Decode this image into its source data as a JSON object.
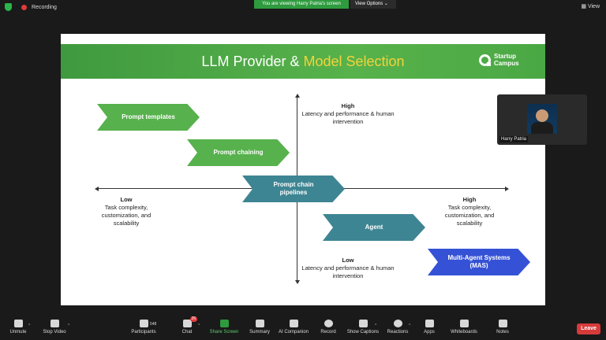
{
  "top_bar": {
    "recording_label": "Recording",
    "viewing_label": "You are viewing Harry Patria's screen",
    "view_options_label": "View Options",
    "view_label": "View"
  },
  "slide": {
    "title_part1": "LLM Provider & ",
    "title_part2": "Model Selection",
    "brand_line1": "Startup",
    "brand_line2": "Campus",
    "chevrons": [
      {
        "label": "Prompt templates",
        "color": "#57b14d"
      },
      {
        "label": "Prompt chaining",
        "color": "#57b14d"
      },
      {
        "label": "Prompt chain pipelines",
        "color": "#3e8593"
      },
      {
        "label": "Agent",
        "color": "#3e8593"
      },
      {
        "label": "Multi-Agent Systems (MAS)",
        "color": "#3552d6"
      }
    ],
    "axis_labels": {
      "top_heading": "High",
      "top_text": "Latency and performance & human intervention",
      "bottom_heading": "Low",
      "bottom_text": "Latency and performance & human intervention",
      "left_heading": "Low",
      "left_text": "Task complexity, customization, and scalability",
      "right_heading": "High",
      "right_text": "Task complexity, customization, and scalability"
    }
  },
  "video": {
    "participant_name": "Harry Patria"
  },
  "toolbar": {
    "unmute": "Unmute",
    "stop_video": "Stop Video",
    "participants": "Participants",
    "participants_count": "548",
    "chat": "Chat",
    "chat_badge": "26",
    "share_screen": "Share Screen",
    "summary": "Summary",
    "ai_companion": "AI Companion",
    "record": "Record",
    "show_captions": "Show Captions",
    "reactions": "Reactions",
    "apps": "Apps",
    "whiteboards": "Whiteboards",
    "notes": "Notes",
    "leave": "Leave"
  }
}
